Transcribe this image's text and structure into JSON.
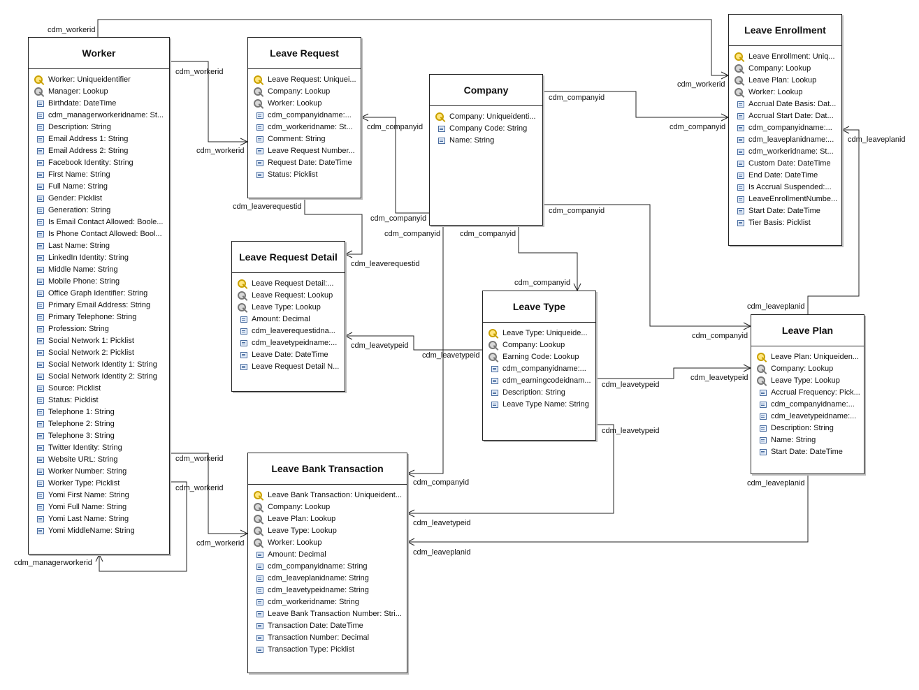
{
  "entities": {
    "worker": {
      "title": "Worker",
      "fields": [
        {
          "icon": "primary-key-icon",
          "text": "Worker: Uniqueidentifier"
        },
        {
          "icon": "foreign-key-icon",
          "text": "Manager: Lookup"
        },
        {
          "icon": "field-icon",
          "text": "Birthdate: DateTime"
        },
        {
          "icon": "field-icon",
          "text": "cdm_managerworkeridname: St..."
        },
        {
          "icon": "field-icon",
          "text": "Description: String"
        },
        {
          "icon": "field-icon",
          "text": "Email Address 1: String"
        },
        {
          "icon": "field-icon",
          "text": "Email Address 2: String"
        },
        {
          "icon": "field-icon",
          "text": "Facebook Identity: String"
        },
        {
          "icon": "field-icon",
          "text": "First Name: String"
        },
        {
          "icon": "field-icon",
          "text": "Full Name: String"
        },
        {
          "icon": "field-icon",
          "text": "Gender: Picklist"
        },
        {
          "icon": "field-icon",
          "text": "Generation: String"
        },
        {
          "icon": "field-icon",
          "text": "Is Email Contact Allowed: Boole..."
        },
        {
          "icon": "field-icon",
          "text": "Is Phone Contact Allowed: Bool..."
        },
        {
          "icon": "field-icon",
          "text": "Last Name: String"
        },
        {
          "icon": "field-icon",
          "text": "LinkedIn Identity: String"
        },
        {
          "icon": "field-icon",
          "text": "Middle Name: String"
        },
        {
          "icon": "field-icon",
          "text": "Mobile Phone: String"
        },
        {
          "icon": "field-icon",
          "text": "Office Graph Identifier: String"
        },
        {
          "icon": "field-icon",
          "text": "Primary Email Address: String"
        },
        {
          "icon": "field-icon",
          "text": "Primary Telephone: String"
        },
        {
          "icon": "field-icon",
          "text": "Profession: String"
        },
        {
          "icon": "field-icon",
          "text": "Social Network 1: Picklist"
        },
        {
          "icon": "field-icon",
          "text": "Social Network 2: Picklist"
        },
        {
          "icon": "field-icon",
          "text": "Social Network Identity 1: String"
        },
        {
          "icon": "field-icon",
          "text": "Social Network Identity 2: String"
        },
        {
          "icon": "field-icon",
          "text": "Source: Picklist"
        },
        {
          "icon": "field-icon",
          "text": "Status: Picklist"
        },
        {
          "icon": "field-icon",
          "text": "Telephone 1: String"
        },
        {
          "icon": "field-icon",
          "text": "Telephone 2: String"
        },
        {
          "icon": "field-icon",
          "text": "Telephone 3: String"
        },
        {
          "icon": "field-icon",
          "text": "Twitter Identity: String"
        },
        {
          "icon": "field-icon",
          "text": "Website URL: String"
        },
        {
          "icon": "field-icon",
          "text": "Worker Number: String"
        },
        {
          "icon": "field-icon",
          "text": "Worker Type: Picklist"
        },
        {
          "icon": "field-icon",
          "text": "Yomi First Name: String"
        },
        {
          "icon": "field-icon",
          "text": "Yomi Full Name: String"
        },
        {
          "icon": "field-icon",
          "text": "Yomi Last Name: String"
        },
        {
          "icon": "field-icon",
          "text": "Yomi MiddleName: String"
        }
      ]
    },
    "leave_request": {
      "title": "Leave Request",
      "fields": [
        {
          "icon": "primary-key-icon",
          "text": "Leave Request: Uniquei..."
        },
        {
          "icon": "foreign-key-icon",
          "text": "Company: Lookup"
        },
        {
          "icon": "foreign-key-icon",
          "text": "Worker: Lookup"
        },
        {
          "icon": "field-icon",
          "text": "cdm_companyidname:..."
        },
        {
          "icon": "field-icon",
          "text": "cdm_workeridname: St..."
        },
        {
          "icon": "field-icon",
          "text": "Comment: String"
        },
        {
          "icon": "field-icon",
          "text": "Leave Request Number..."
        },
        {
          "icon": "field-icon",
          "text": "Request Date: DateTime"
        },
        {
          "icon": "field-icon",
          "text": "Status: Picklist"
        }
      ]
    },
    "company": {
      "title": "Company",
      "fields": [
        {
          "icon": "primary-key-icon",
          "text": "Company: Uniqueidenti..."
        },
        {
          "icon": "field-icon",
          "text": "Company Code: String"
        },
        {
          "icon": "field-icon",
          "text": "Name: String"
        }
      ]
    },
    "leave_enrollment": {
      "title": "Leave Enrollment",
      "fields": [
        {
          "icon": "primary-key-icon",
          "text": "Leave Enrollment: Uniq..."
        },
        {
          "icon": "foreign-key-icon",
          "text": "Company: Lookup"
        },
        {
          "icon": "foreign-key-icon",
          "text": "Leave Plan: Lookup"
        },
        {
          "icon": "foreign-key-icon",
          "text": "Worker: Lookup"
        },
        {
          "icon": "field-icon",
          "text": "Accrual Date Basis: Dat..."
        },
        {
          "icon": "field-icon",
          "text": "Accrual Start Date: Dat..."
        },
        {
          "icon": "field-icon",
          "text": "cdm_companyidname:..."
        },
        {
          "icon": "field-icon",
          "text": "cdm_leaveplanidname:..."
        },
        {
          "icon": "field-icon",
          "text": "cdm_workeridname: St..."
        },
        {
          "icon": "field-icon",
          "text": "Custom Date: DateTime"
        },
        {
          "icon": "field-icon",
          "text": "End Date: DateTime"
        },
        {
          "icon": "field-icon",
          "text": "Is Accrual Suspended:..."
        },
        {
          "icon": "field-icon",
          "text": "LeaveEnrollmentNumbe..."
        },
        {
          "icon": "field-icon",
          "text": "Start Date: DateTime"
        },
        {
          "icon": "field-icon",
          "text": "Tier Basis: Picklist"
        }
      ]
    },
    "leave_request_detail": {
      "title": "Leave Request Detail",
      "fields": [
        {
          "icon": "primary-key-icon",
          "text": "Leave Request Detail:..."
        },
        {
          "icon": "foreign-key-icon",
          "text": "Leave Request: Lookup"
        },
        {
          "icon": "foreign-key-icon",
          "text": "Leave Type: Lookup"
        },
        {
          "icon": "field-icon",
          "text": "Amount: Decimal"
        },
        {
          "icon": "field-icon",
          "text": "cdm_leaverequestidna..."
        },
        {
          "icon": "field-icon",
          "text": "cdm_leavetypeidname:..."
        },
        {
          "icon": "field-icon",
          "text": "Leave Date: DateTime"
        },
        {
          "icon": "field-icon",
          "text": "Leave Request Detail N..."
        }
      ]
    },
    "leave_type": {
      "title": "Leave Type",
      "fields": [
        {
          "icon": "primary-key-icon",
          "text": "Leave Type: Uniqueide..."
        },
        {
          "icon": "foreign-key-icon",
          "text": "Company: Lookup"
        },
        {
          "icon": "foreign-key-icon",
          "text": "Earning Code: Lookup"
        },
        {
          "icon": "field-icon",
          "text": "cdm_companyidname:..."
        },
        {
          "icon": "field-icon",
          "text": "cdm_earningcodeidnam..."
        },
        {
          "icon": "field-icon",
          "text": "Description: String"
        },
        {
          "icon": "field-icon",
          "text": "Leave Type Name: String"
        }
      ]
    },
    "leave_plan": {
      "title": "Leave Plan",
      "fields": [
        {
          "icon": "primary-key-icon",
          "text": "Leave Plan: Uniqueiden..."
        },
        {
          "icon": "foreign-key-icon",
          "text": "Company: Lookup"
        },
        {
          "icon": "foreign-key-icon",
          "text": "Leave Type: Lookup"
        },
        {
          "icon": "field-icon",
          "text": "Accrual Frequency: Pick..."
        },
        {
          "icon": "field-icon",
          "text": "cdm_companyidname:..."
        },
        {
          "icon": "field-icon",
          "text": "cdm_leavetypeidname:..."
        },
        {
          "icon": "field-icon",
          "text": "Description: String"
        },
        {
          "icon": "field-icon",
          "text": "Name: String"
        },
        {
          "icon": "field-icon",
          "text": "Start Date: DateTime"
        }
      ]
    },
    "leave_bank_transaction": {
      "title": "Leave Bank Transaction",
      "fields": [
        {
          "icon": "primary-key-icon",
          "text": "Leave Bank Transaction: Uniqueident..."
        },
        {
          "icon": "foreign-key-icon",
          "text": "Company: Lookup"
        },
        {
          "icon": "foreign-key-icon",
          "text": "Leave Plan: Lookup"
        },
        {
          "icon": "foreign-key-icon",
          "text": "Leave Type: Lookup"
        },
        {
          "icon": "foreign-key-icon",
          "text": "Worker: Lookup"
        },
        {
          "icon": "field-icon",
          "text": "Amount: Decimal"
        },
        {
          "icon": "field-icon",
          "text": "cdm_companyidname: String"
        },
        {
          "icon": "field-icon",
          "text": "cdm_leaveplanidname: String"
        },
        {
          "icon": "field-icon",
          "text": "cdm_leavetypeidname: String"
        },
        {
          "icon": "field-icon",
          "text": "cdm_workeridname: String"
        },
        {
          "icon": "field-icon",
          "text": "Leave Bank Transaction Number: Stri..."
        },
        {
          "icon": "field-icon",
          "text": "Transaction Date: DateTime"
        },
        {
          "icon": "field-icon",
          "text": "Transaction Number: Decimal"
        },
        {
          "icon": "field-icon",
          "text": "Transaction Type: Picklist"
        }
      ]
    }
  },
  "relationship_labels": [
    "cdm_workerid",
    "cdm_workerid",
    "cdm_workerid",
    "cdm_workerid",
    "cdm_workerid",
    "cdm_workerid",
    "cdm_workerid",
    "cdm_companyid",
    "cdm_companyid",
    "cdm_companyid",
    "cdm_companyid",
    "cdm_companyid",
    "cdm_companyid",
    "cdm_companyid",
    "cdm_companyid",
    "cdm_companyid",
    "cdm_companyid",
    "cdm_leaveplanid",
    "cdm_leaveplanid",
    "cdm_leaveplanid",
    "cdm_leaveplanid",
    "cdm_leaverequestid",
    "cdm_leaverequestid",
    "cdm_leavetypeid",
    "cdm_leavetypeid",
    "cdm_leavetypeid",
    "cdm_leavetypeid",
    "cdm_leavetypeid",
    "cdm_leavetypeid",
    "cdm_managerworkerid"
  ],
  "colors": {
    "line": "#222222",
    "primary_key": "#caa100",
    "foreign_key": "#777777",
    "field": "#4a6da0",
    "shadow": "#bdbdbd"
  }
}
